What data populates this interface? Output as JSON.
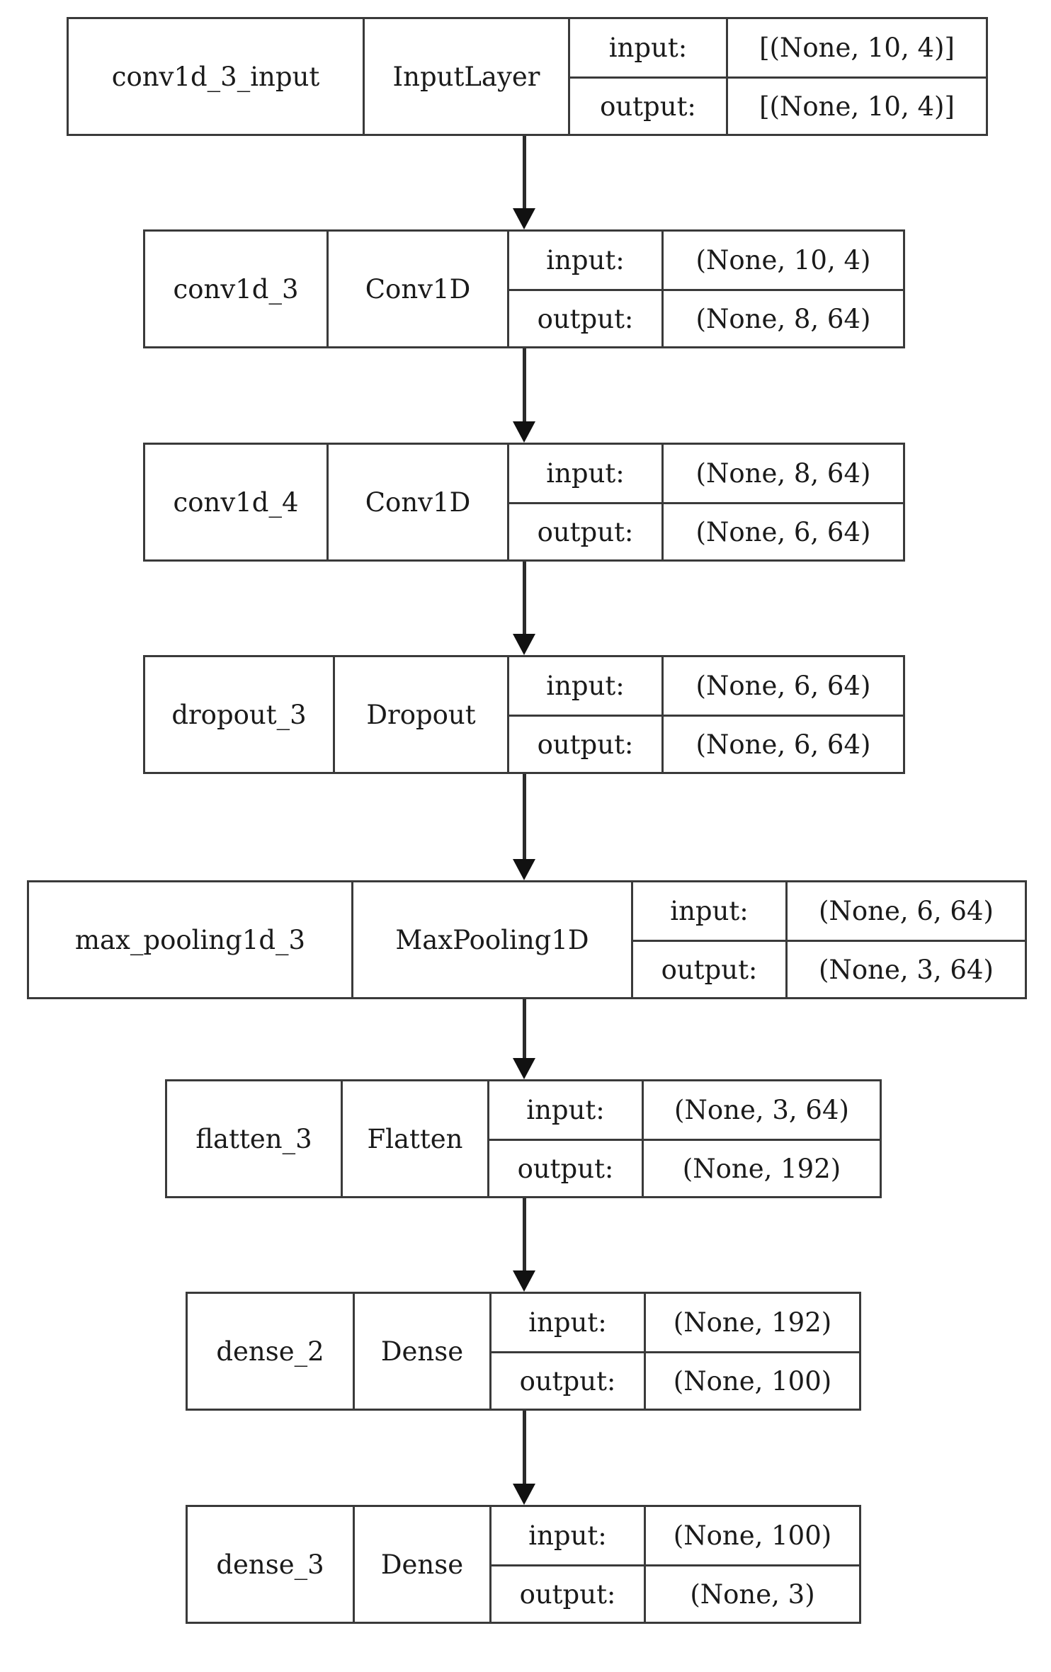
{
  "diagram": {
    "kind": "keras-model-plot",
    "io_labels": {
      "input": "input:",
      "output": "output:"
    },
    "layers": [
      {
        "name": "conv1d_3_input",
        "type": "InputLayer",
        "input_shape": "[(None, 10, 4)]",
        "output_shape": "[(None, 10, 4)]"
      },
      {
        "name": "conv1d_3",
        "type": "Conv1D",
        "input_shape": "(None, 10, 4)",
        "output_shape": "(None, 8, 64)"
      },
      {
        "name": "conv1d_4",
        "type": "Conv1D",
        "input_shape": "(None, 8, 64)",
        "output_shape": "(None, 6, 64)"
      },
      {
        "name": "dropout_3",
        "type": "Dropout",
        "input_shape": "(None, 6, 64)",
        "output_shape": "(None, 6, 64)"
      },
      {
        "name": "max_pooling1d_3",
        "type": "MaxPooling1D",
        "input_shape": "(None, 6, 64)",
        "output_shape": "(None, 3, 64)"
      },
      {
        "name": "flatten_3",
        "type": "Flatten",
        "input_shape": "(None, 3, 64)",
        "output_shape": "(None, 192)"
      },
      {
        "name": "dense_2",
        "type": "Dense",
        "input_shape": "(None, 192)",
        "output_shape": "(None, 100)"
      },
      {
        "name": "dense_3",
        "type": "Dense",
        "input_shape": "(None, 100)",
        "output_shape": "(None, 3)"
      }
    ],
    "colors": {
      "border": "#3a3a3a",
      "text": "#1a1a1a",
      "arrow": "#111111",
      "background": "#ffffff"
    }
  }
}
